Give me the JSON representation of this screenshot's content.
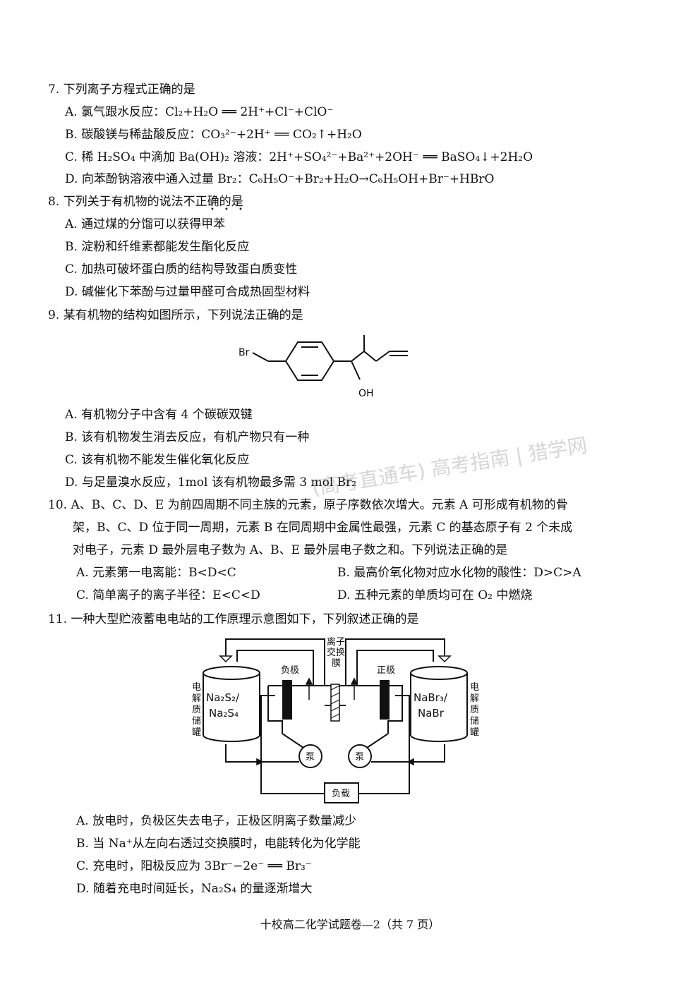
{
  "q7": {
    "stem": "7. 下列离子方程式正确的是",
    "options": [
      "A. 氯气跟水反应：Cl₂+H₂O ══ 2H⁺+Cl⁻+ClO⁻",
      "B. 碳酸镁与稀盐酸反应：CO₃²⁻+2H⁺ ══ CO₂↑+H₂O",
      "C. 稀 H₂SO₄ 中滴加 Ba(OH)₂ 溶液：2H⁺+SO₄²⁻+Ba²⁺+2OH⁻ ══ BaSO₄↓+2H₂O",
      "D. 向苯酚钠溶液中通入过量 Br₂：C₆H₅O⁻+Br₂+H₂O→C₆H₅OH+Br⁻+HBrO"
    ]
  },
  "q8": {
    "stem": "8. 下列关于有机物的说法不正确的是",
    "options": [
      "A. 通过煤的分馏可以获得甲苯",
      "B. 淀粉和纤维素都能发生酯化反应",
      "C. 加热可破坏蛋白质的结构导致蛋白质变性",
      "D. 碱催化下苯酚与过量甲醛可合成热固型材料"
    ]
  },
  "q9": {
    "stem": "9. 某有机物的结构如图所示，下列说法正确的是",
    "structure": {
      "br_label": "Br",
      "oh_label": "OH"
    },
    "options": [
      "A. 有机物分子中含有 4 个碳碳双键",
      "B. 该有机物发生消去反应，有机产物只有一种",
      "C. 该有机物不能发生催化氧化反应",
      "D. 与足量溴水反应，1mol 该有机物最多需 3 mol Br₂"
    ]
  },
  "q10": {
    "stem_lines": [
      "10. A、B、C、D、E 为前四周期不同主族的元素，原子序数依次增大。元素 A 可形成有机物的骨",
      "架，B、C、D 位于同一周期，元素 B 在同周期中金属性最强，元素 C 的基态原子有 2 个未成",
      "对电子，元素 D 最外层电子数为 A、B、E 最外层电子数之和。下列说法正确的是"
    ],
    "options": [
      "A. 元素第一电离能：B<D<C",
      "B. 最高价氧化物对应水化物的酸性：D>C>A",
      "C. 简单离子的离子半径：E<C<D",
      "D. 五种元素的单质均可在 O₂ 中燃烧"
    ]
  },
  "q11": {
    "stem": "11. 一种大型贮液蓄电电站的工作原理示意图如下，下列叙述正确的是",
    "diagram": {
      "membrane_label": [
        "离子",
        "交换",
        "膜"
      ],
      "negative_label": "负极",
      "positive_label": "正极",
      "left_tank_side": [
        "电",
        "解",
        "质",
        "储",
        "罐"
      ],
      "right_tank_side": [
        "电",
        "解",
        "质",
        "储",
        "罐"
      ],
      "left_tank_content": [
        "Na₂S₂/",
        "Na₂S₄"
      ],
      "right_tank_content": [
        "NaBr₃/",
        "NaBr"
      ],
      "pump_label": "泵",
      "load_label": "负载"
    },
    "options": [
      "A. 放电时，负极区失去电子，正极区阴离子数量减少",
      "B. 当 Na⁺从左向右透过交换膜时，电能转化为化学能",
      "C. 充电时，阳极反应为 3Br⁻−2e⁻ ══ Br₃⁻",
      "D. 随着充电时间延长，Na₂S₄ 的量逐渐增大"
    ]
  },
  "footer": "十校高二化学试题卷—2（共 7 页）",
  "watermark": "(高考直通车) 高考指南 | 猎学网"
}
